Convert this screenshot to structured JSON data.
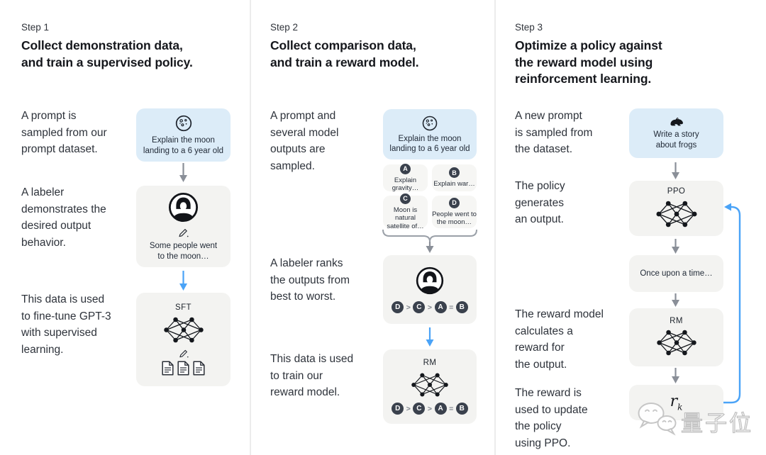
{
  "colors": {
    "prompt_card": "#dcecf8",
    "model_card": "#f3f3f1",
    "answer_card": "#f6f6f4",
    "arrow_gray": "#8a8f98",
    "arrow_blue": "#4aa3f7",
    "chip": "#3a414d",
    "heading": "#15171c",
    "body_text": "#2e333b"
  },
  "icons": {
    "moon-icon": "outlined moon with craters",
    "labeler-avatar-icon": "person in circle",
    "pencil-icon": "writing pencil",
    "network-icon": "neural network nodes",
    "document-icon": "page with folded corner",
    "frog-icon": "frog silhouette",
    "arrow-down-icon": "downward arrow",
    "brace-icon": "curly brace",
    "wechat-icon": "two chat bubbles"
  },
  "steps": [
    {
      "step_label": "Step 1",
      "title": "Collect demonstration data,\nand train a supervised policy.",
      "para_prompt": "A prompt is\nsampled from our\nprompt dataset.",
      "para_labeler": "A labeler\ndemonstrates the\ndesired output\nbehavior.",
      "para_data": "This data is used\nto fine-tune GPT-3\nwith supervised\nlearning.",
      "prompt_card": {
        "text": "Explain the moon\nlanding to a 6 year old"
      },
      "labeler_card": {
        "text": "Some people went\nto the moon…"
      },
      "sft_card": {
        "label": "SFT"
      }
    },
    {
      "step_label": "Step 2",
      "title": "Collect comparison data,\nand train a reward model.",
      "para_prompt": "A prompt and\nseveral model\noutputs are\nsampled.",
      "para_labeler": "A labeler ranks\nthe outputs from\nbest to worst.",
      "para_data": "This data is used\nto train our\nreward model.",
      "prompt_card": {
        "text": "Explain the moon\nlanding to a 6 year old"
      },
      "answers": [
        {
          "label": "A",
          "text": "Explain gravity…"
        },
        {
          "label": "B",
          "text": "Explain war…"
        },
        {
          "label": "C",
          "text": "Moon is natural\nsatellite of…"
        },
        {
          "label": "D",
          "text": "People went to\nthe moon…"
        }
      ],
      "ranking": [
        "D",
        ">",
        "C",
        ">",
        "A",
        "=",
        "B"
      ],
      "rm_card": {
        "label": "RM"
      }
    },
    {
      "step_label": "Step 3",
      "title": "Optimize a policy against\nthe reward model using\nreinforcement learning.",
      "para_prompt": "A new prompt\nis sampled from\nthe dataset.",
      "para_policy": "The policy\ngenerates\nan output.",
      "para_reward": "The reward model\ncalculates a\nreward for\nthe output.",
      "para_update": "The reward is\nused to update\nthe policy\nusing PPO.",
      "prompt_card": {
        "text": "Write a story\nabout frogs"
      },
      "ppo_card": {
        "label": "PPO"
      },
      "output_card": {
        "text": "Once upon a time…"
      },
      "rm_card": {
        "label": "RM"
      },
      "reward_card": {
        "var": "r",
        "sub": "k"
      }
    }
  ],
  "watermark": {
    "brand": "量子位"
  }
}
